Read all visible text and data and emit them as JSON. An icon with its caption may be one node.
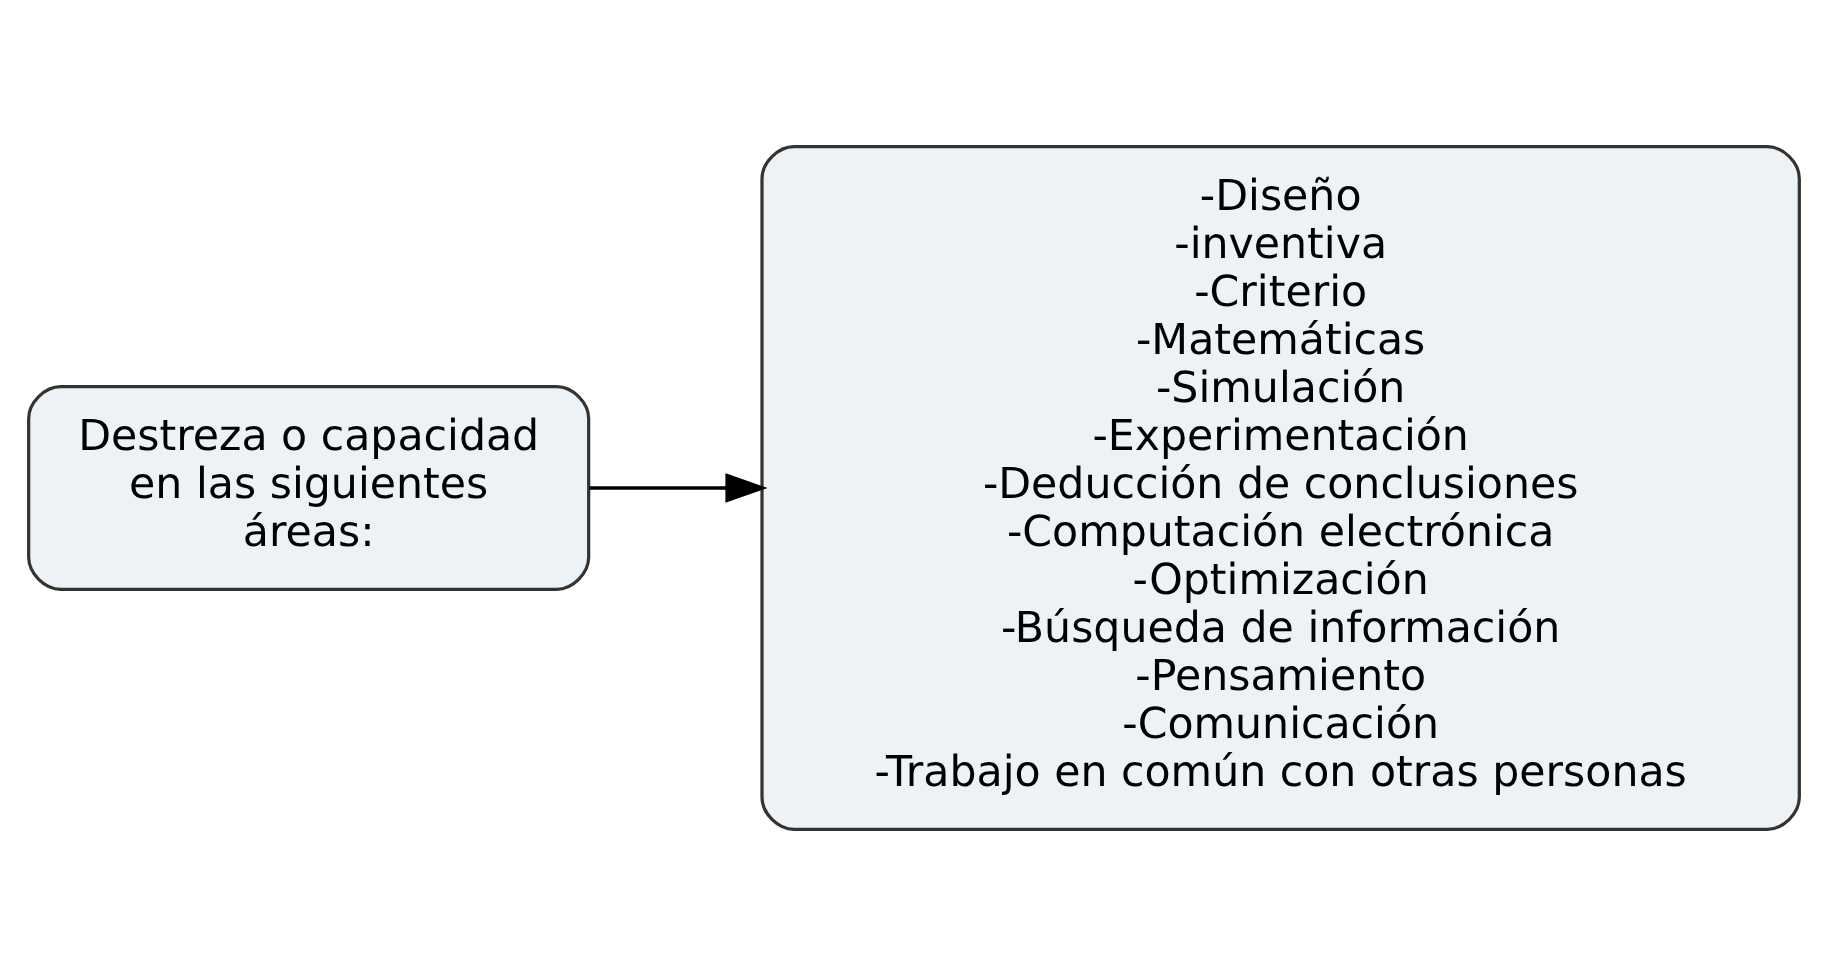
{
  "diagram": {
    "nodes": [
      {
        "text": [
          "Destreza o capacidad en las siguientes áreas:"
        ]
      },
      {
        "text": [
          "-Diseño",
          "-inventiva",
          "-Criterio",
          "-Matemáticas",
          "-Simulación",
          "-Experimentación",
          "-Deducción de conclusiones",
          "-Computación electrónica",
          "-Optimización",
          "-Búsqueda de información",
          "-Pensamiento",
          "-Comunicación",
          "-Trabajo en común con otras personas"
        ]
      }
    ],
    "edges": [
      {
        "from": 0,
        "to": 1,
        "arrow": "to"
      }
    ]
  }
}
